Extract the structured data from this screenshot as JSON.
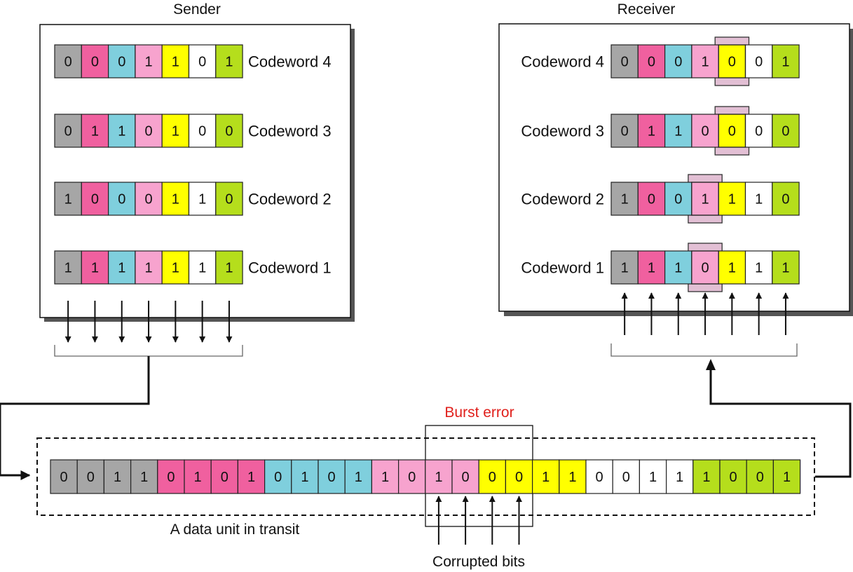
{
  "labels": {
    "sender": "Sender",
    "receiver": "Receiver",
    "burst_error": "Burst error",
    "data_unit": "A data unit in transit",
    "corrupted": "Corrupted bits"
  },
  "colors": {
    "bit1": "#a6a6a6",
    "bit2": "#f0609f",
    "bit3": "#7fcfdd",
    "bit4": "#f7a3ce",
    "bit5": "#ffff00",
    "bit6": "#ffffff",
    "bit7": "#b5de1c",
    "highlight": "#e2bfd4",
    "burst_text": "#e0201c"
  },
  "sender": {
    "codewords": [
      {
        "label": "Codeword 4",
        "bits": [
          "0",
          "0",
          "0",
          "1",
          "1",
          "0",
          "1"
        ]
      },
      {
        "label": "Codeword 3",
        "bits": [
          "0",
          "1",
          "1",
          "0",
          "1",
          "0",
          "0"
        ]
      },
      {
        "label": "Codeword 2",
        "bits": [
          "1",
          "0",
          "0",
          "0",
          "1",
          "1",
          "0"
        ]
      },
      {
        "label": "Codeword 1",
        "bits": [
          "1",
          "1",
          "1",
          "1",
          "1",
          "1",
          "1"
        ]
      }
    ]
  },
  "receiver": {
    "codewords": [
      {
        "label": "Codeword 4",
        "bits": [
          "0",
          "0",
          "0",
          "1",
          "0",
          "0",
          "1"
        ],
        "corrupted_index": 4
      },
      {
        "label": "Codeword 3",
        "bits": [
          "0",
          "1",
          "1",
          "0",
          "0",
          "0",
          "0"
        ],
        "corrupted_index": 4
      },
      {
        "label": "Codeword 2",
        "bits": [
          "1",
          "0",
          "0",
          "1",
          "1",
          "1",
          "0"
        ],
        "corrupted_index": 3
      },
      {
        "label": "Codeword 1",
        "bits": [
          "1",
          "1",
          "1",
          "0",
          "1",
          "1",
          "1"
        ],
        "corrupted_index": 3
      }
    ]
  },
  "transit": {
    "bits": [
      "0",
      "0",
      "1",
      "1",
      "0",
      "1",
      "0",
      "1",
      "0",
      "1",
      "0",
      "1",
      "1",
      "0",
      "1",
      "0",
      "0",
      "0",
      "1",
      "1",
      "0",
      "0",
      "1",
      "1",
      "1",
      "0",
      "0",
      "1"
    ]
  }
}
